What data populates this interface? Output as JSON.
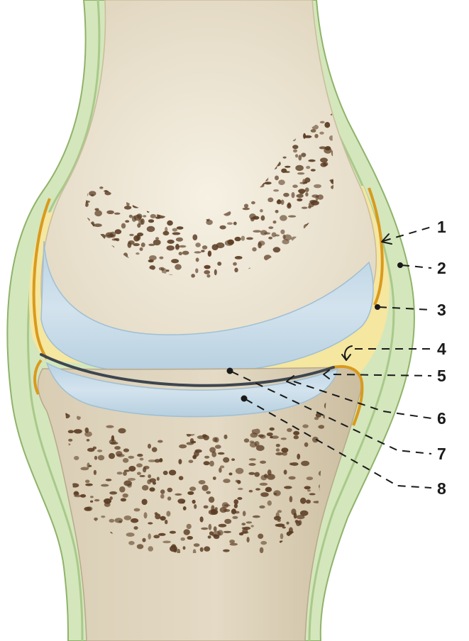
{
  "callouts": [
    {
      "id": "1",
      "label": "1"
    },
    {
      "id": "2",
      "label": "2"
    },
    {
      "id": "3",
      "label": "3"
    },
    {
      "id": "4",
      "label": "4"
    },
    {
      "id": "5",
      "label": "5"
    },
    {
      "id": "6",
      "label": "6"
    },
    {
      "id": "7",
      "label": "7"
    },
    {
      "id": "8",
      "label": "8"
    }
  ],
  "colors": {
    "capsule_outer": "#cfe3b4",
    "capsule_edge": "#8fb36a",
    "bone_fill": "#efe8d6",
    "bone_lower_fill": "#ddd2bb",
    "cancellous_dots": "#5a3b22",
    "cartilage": "#c4d9e6",
    "joint_line": "#3d4650",
    "synovial_fluid": "#f6e9a8",
    "synovial_membrane": "#e0a92a"
  }
}
